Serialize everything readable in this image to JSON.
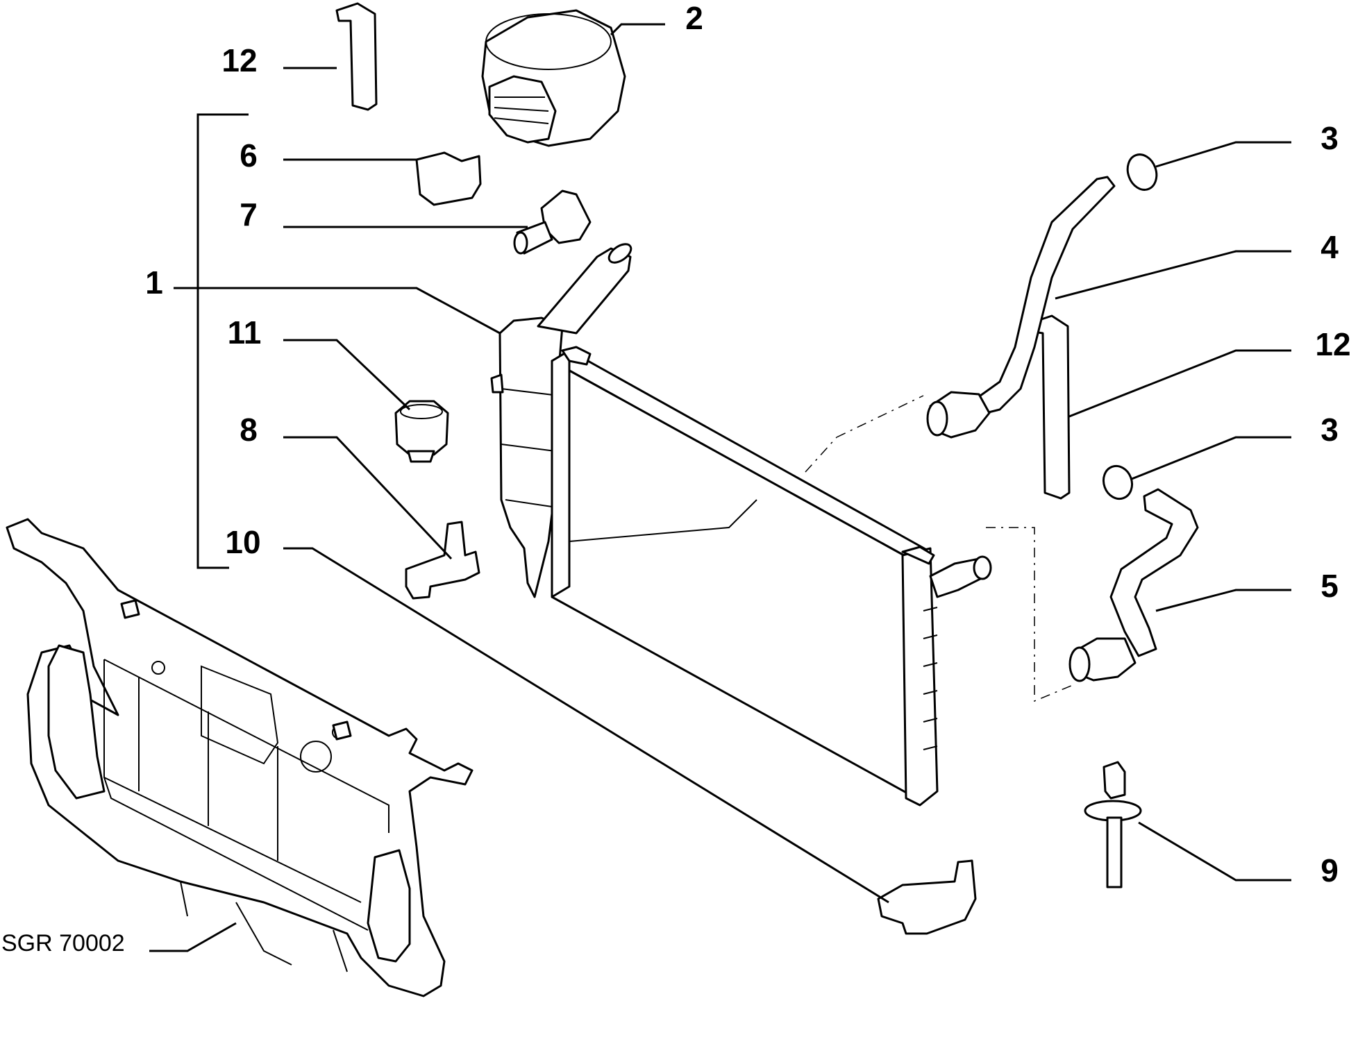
{
  "diagram": {
    "code": "SGR 70002",
    "labels": {
      "p1": "1",
      "p2": "2",
      "p3a": "3",
      "p3b": "3",
      "p4": "4",
      "p5": "5",
      "p6": "6",
      "p7": "7",
      "p8": "8",
      "p9": "9",
      "p10": "10",
      "p11": "11",
      "p12a": "12",
      "p12b": "12"
    }
  }
}
